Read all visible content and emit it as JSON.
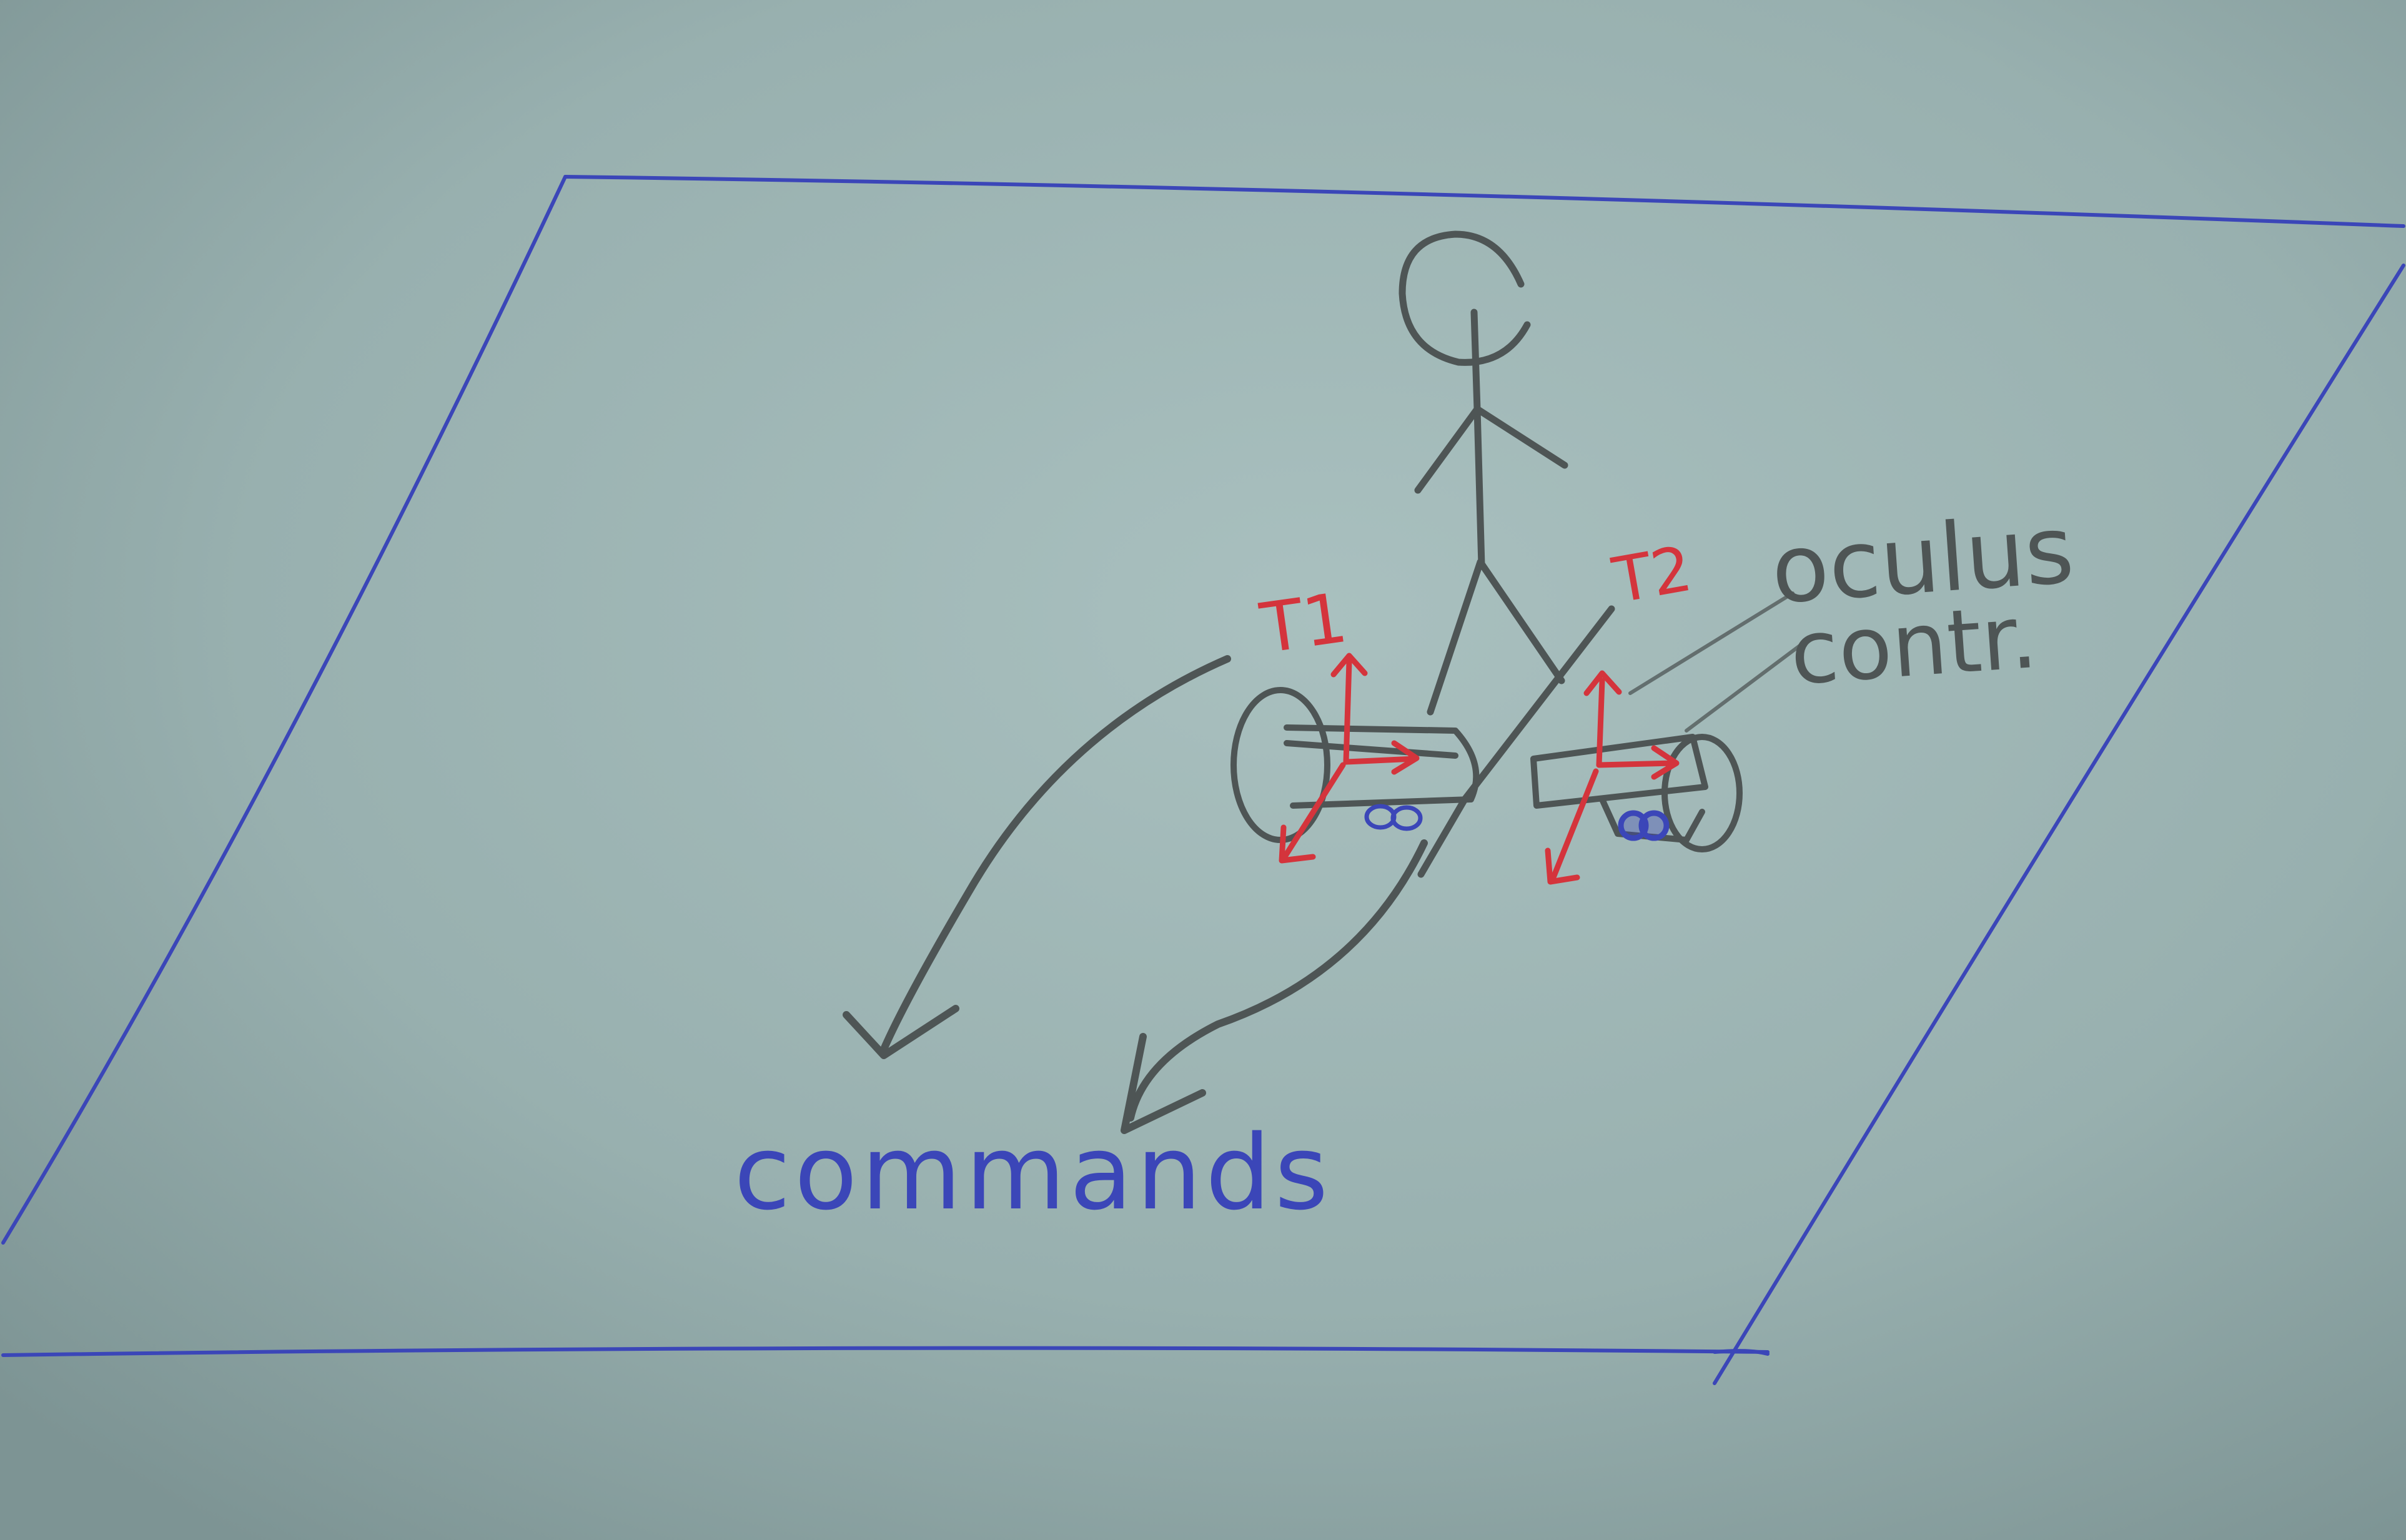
{
  "colors": {
    "paper": "#9db4b3",
    "pencil": "#4e5555",
    "red_pen": "#d4343c",
    "blue_pen": "#3b46b8"
  },
  "labels": {
    "frame_1": "T1",
    "frame_2": "T2",
    "sensor_label_line1": "oculus",
    "sensor_label_line2": "contr.",
    "output_label": "commands"
  }
}
